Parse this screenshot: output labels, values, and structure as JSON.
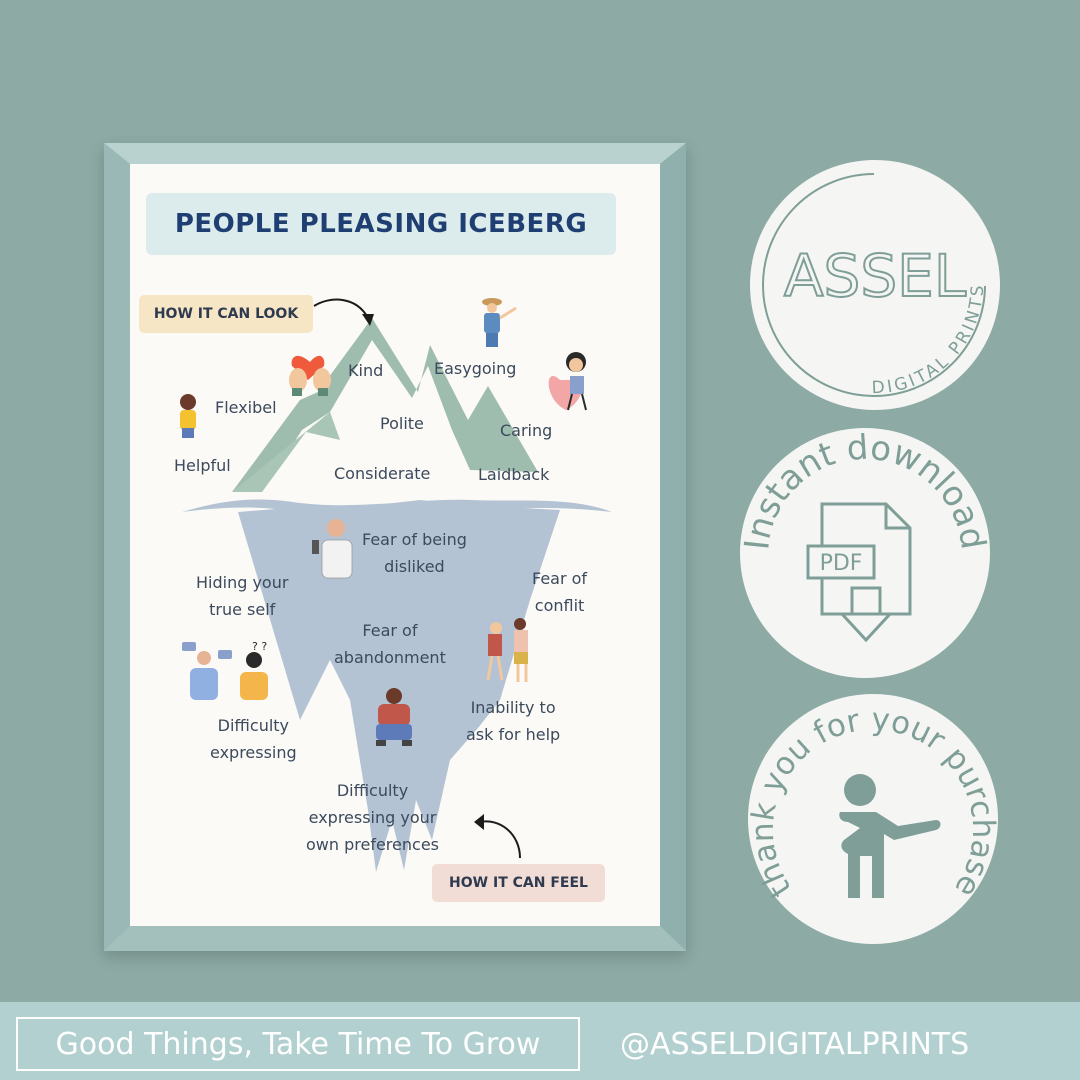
{
  "poster": {
    "title": "PEOPLE PLEASING ICEBERG",
    "tag_look": "HOW IT CAN LOOK",
    "tag_feel": "HOW IT CAN FEEL",
    "above": {
      "kind": "Kind",
      "easygoing": "Easygoing",
      "flexibel": "Flexibel",
      "polite": "Polite",
      "caring": "Caring",
      "helpful": "Helpful",
      "considerate": "Considerate",
      "laidback": "Laidback"
    },
    "below": {
      "fear_disliked": [
        "Fear of being",
        "disliked"
      ],
      "hiding": [
        "Hiding your",
        "true self"
      ],
      "fear_conflict": [
        "Fear of",
        "conflit"
      ],
      "fear_abandonment": [
        "Fear of",
        "abandonment"
      ],
      "difficulty_expressing": [
        "Difficulty",
        "expressing"
      ],
      "inability": [
        "Inability to",
        "ask for help"
      ],
      "difficulty_preferences": [
        "Difficulty",
        "expressing your",
        "own preferences"
      ]
    }
  },
  "badges": {
    "brand_main": "ASSEL",
    "brand_sub": "DIGITAL PRINTS",
    "instant": "Instant download",
    "pdf": "PDF",
    "thanks": "thank you for your purchase"
  },
  "footer": {
    "slogan": "Good Things, Take Time To Grow",
    "handle": "@ASSELDIGITALPRINTS"
  },
  "colors": {
    "background": "#8daaa4",
    "accent": "#7f9e98",
    "title": "#1f3f72",
    "mountain": "#9fbdae",
    "iceberg": "#b3c3d3"
  },
  "icons": [
    "heart-hands-icon",
    "woman-hugging-icon",
    "hiker-icon",
    "girl-heart-icon",
    "thinking-man-icon",
    "arguing-couple-icon",
    "confused-people-icon",
    "sad-man-icon",
    "pdf-file-icon",
    "bowing-person-icon"
  ]
}
